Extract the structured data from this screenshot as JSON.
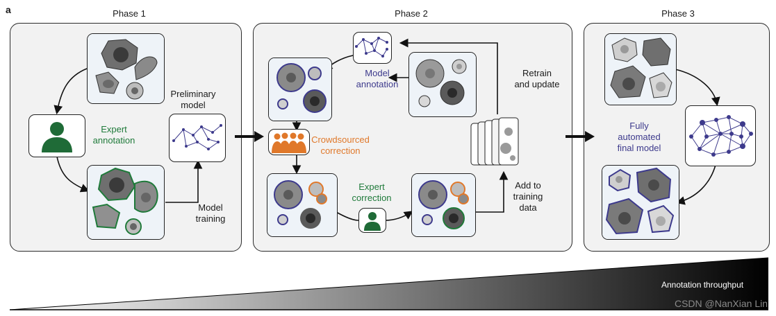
{
  "figure_letter": "a",
  "phases": {
    "p1": {
      "title": "Phase 1"
    },
    "p2": {
      "title": "Phase 2"
    },
    "p3": {
      "title": "Phase 3"
    }
  },
  "phase1": {
    "expert_annotation": "Expert\nannotation",
    "preliminary_model": "Preliminary\nmodel",
    "model_training": "Model\ntraining"
  },
  "phase2": {
    "model_annotation": "Model\nannotation",
    "retrain_update": "Retrain\nand update",
    "crowdsourced_correction": "Crowdsourced\ncorrection",
    "expert_correction": "Expert\ncorrection",
    "add_training_data": "Add to\ntraining\ndata"
  },
  "phase3": {
    "final_model": "Fully\nautomated\nfinal model"
  },
  "footer": {
    "throughput_label": "Annotation throughput",
    "watermark": "CSDN @NanXian Lin"
  },
  "colors": {
    "expert_green": "#1f7a3a",
    "model_purple": "#3d3a8c",
    "crowd_orange": "#e0782a"
  },
  "icons": [
    "person-icon",
    "crowd-icon",
    "network-icon",
    "image-stack-icon",
    "arrow-icon"
  ]
}
